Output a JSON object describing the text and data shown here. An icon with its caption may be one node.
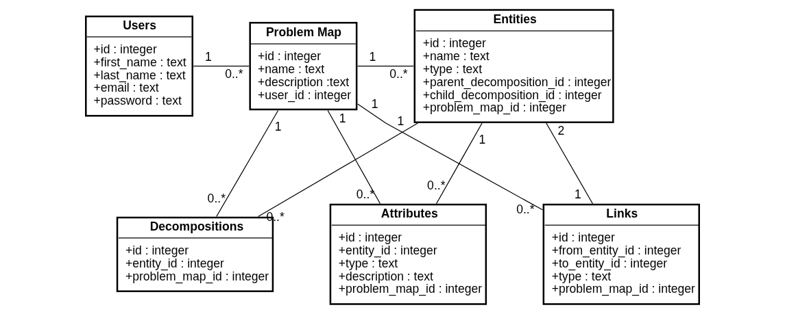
{
  "diagram": {
    "nodes": [
      {
        "text": [
          "Users",
          "+id : integer",
          "+first_name : text",
          "+last_name : text",
          "+email : text",
          "+password : text"
        ]
      },
      {
        "text": [
          "Problem Map",
          "+id : integer",
          "+name : text",
          "+description :text",
          "+user_id : integer"
        ]
      },
      {
        "text": [
          "Entities",
          "+id : integer",
          "+name : text",
          "+type : text",
          "+parent_decomposition_id : integer",
          "+child_decomposition_id : integer",
          "+problem_map_id : integer"
        ]
      },
      {
        "text": [
          "Decompositions",
          "+id : integer",
          "+entity_id : integer",
          "+problem_map_id : integer"
        ]
      },
      {
        "text": [
          "Attributes",
          "+id : integer",
          "+entity_id : integer",
          "+type : text",
          "+description : text",
          "+problem_map_id : integer"
        ]
      },
      {
        "text": [
          "Links",
          "+id : integer",
          "+from_entity_id : integer",
          "+to_entity_id : integer",
          "+type : text",
          "+problem_map_id : integer"
        ]
      }
    ],
    "edges": [
      {
        "from": 0,
        "to": 1,
        "arrow": "none"
      },
      {
        "from": 1,
        "to": 2,
        "arrow": "none"
      },
      {
        "from": 1,
        "to": 3,
        "arrow": "none"
      },
      {
        "from": 1,
        "to": 4,
        "arrow": "none"
      },
      {
        "from": 1,
        "to": 5,
        "arrow": "none"
      },
      {
        "from": 2,
        "to": 3,
        "arrow": "none"
      },
      {
        "from": 2,
        "to": 4,
        "arrow": "none"
      },
      {
        "from": 2,
        "to": 5,
        "arrow": "none"
      }
    ],
    "labels": [
      "1",
      "0..*",
      "1",
      "0..*",
      "1",
      "1",
      "1",
      "1",
      "1",
      "2",
      "0..*",
      "0..*",
      "0..*",
      "0..*",
      "0..*",
      "1"
    ]
  }
}
